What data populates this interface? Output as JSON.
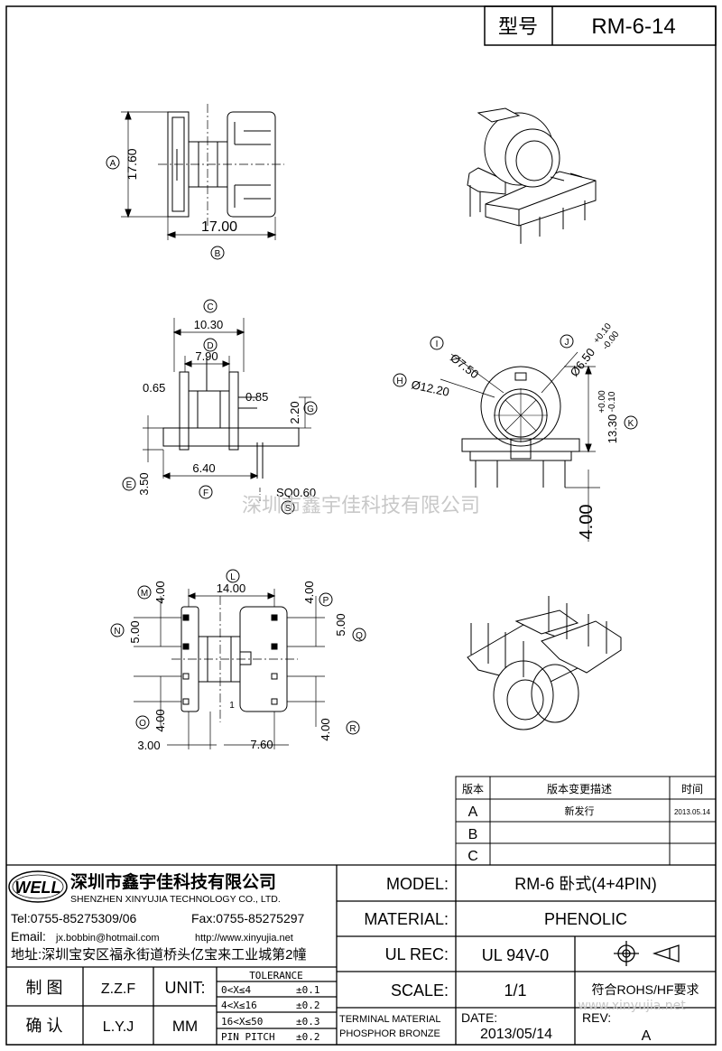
{
  "header": {
    "model_label": "型号",
    "model_value": "RM-6-14"
  },
  "dimensions": {
    "top_view": {
      "height": "17.60",
      "width": "17.00",
      "label_height": "A",
      "label_width": "B"
    },
    "side_view": {
      "c_value": "10.30",
      "c_label": "C",
      "d_value": "7.90",
      "d_label": "D",
      "left_thickness": "0.65",
      "mid_thickness": "0.85",
      "g_value": "2.20",
      "g_label": "G",
      "e_value": "3.50",
      "e_label": "E",
      "f_value": "6.40",
      "f_label": "F",
      "s_value": "SQ0.60",
      "s_label": "S"
    },
    "front_view": {
      "i_value": "Ø7.50",
      "i_label": "I",
      "j_value": "Ø6.50",
      "j_tol_plus": "+0.10",
      "j_tol_minus": "-0.00",
      "j_label": "J",
      "h_value": "Ø12.20",
      "h_label": "H",
      "k_value": "13.30",
      "k_tol_plus": "+0.00",
      "k_tol_minus": "-0.10",
      "k_label": "K",
      "pin_len": "4.00"
    },
    "bottom_view": {
      "l_value": "14.00",
      "l_label": "L",
      "m_value": "4.00",
      "m_label": "M",
      "n_value": "5.00",
      "n_label": "N",
      "o_value": "4.00",
      "o_label": "O",
      "p_value": "4.00",
      "p_label": "P",
      "q_value": "5.00",
      "q_label": "Q",
      "r_value": "4.00",
      "r_label": "R",
      "left_offset": "3.00",
      "right_width": "7.60",
      "marker": "1"
    }
  },
  "watermark": {
    "cn": "深圳市鑫宇佳科技有限公司",
    "url": "www.xinyujia.net"
  },
  "revision_table": {
    "headers": [
      "版本",
      "版本变更描述",
      "时间"
    ],
    "rows": [
      {
        "ver": "A",
        "desc": "新发行",
        "date": "2013.05.14"
      },
      {
        "ver": "B",
        "desc": "",
        "date": ""
      },
      {
        "ver": "C",
        "desc": "",
        "date": ""
      }
    ]
  },
  "company": {
    "logo": "WELL",
    "name_cn": "深圳市鑫宇佳科技有限公司",
    "name_en": "SHENZHEN XINYUJIA TECHNOLOGY CO., LTD.",
    "tel": "Tel:0755-85275309/06",
    "fax": "Fax:0755-85275297",
    "email_label": "Email:",
    "email": "jx.bobbin@hotmail.com",
    "web": "http://www.xinyujia.net",
    "address": "地址:深圳宝安区福永街道桥头亿宝来工业城第2幢"
  },
  "title_block": {
    "model_label": "MODEL:",
    "model_value": "RM-6 卧式(4+4PIN)",
    "material_label": "MATERIAL:",
    "material_value": "PHENOLIC",
    "ulrec_label": "UL REC:",
    "ulrec_value": "UL 94V-0",
    "scale_label": "SCALE:",
    "scale_value": "1/1",
    "rohs": "符合ROHS/HF要求",
    "terminal_label": "TERMINAL MATERIAL",
    "terminal_value": "PHOSPHOR BRONZE",
    "date_label": "DATE:",
    "date_value": "2013/05/14",
    "rev_label": "REV:",
    "rev_value": "A",
    "draw_label": "制 图",
    "draw_value": "Z.Z.F",
    "check_label": "确 认",
    "check_value": "L.Y.J",
    "unit_label": "UNIT:",
    "unit_value": "MM",
    "tolerance_title": "TOLERANCE",
    "tolerances": [
      {
        "range": "0<X≤4",
        "tol": "±0.1"
      },
      {
        "range": "4<X≤16",
        "tol": "±0.2"
      },
      {
        "range": "16<X≤50",
        "tol": "±0.3"
      },
      {
        "range": "PIN PITCH",
        "tol": "±0.2"
      }
    ]
  }
}
